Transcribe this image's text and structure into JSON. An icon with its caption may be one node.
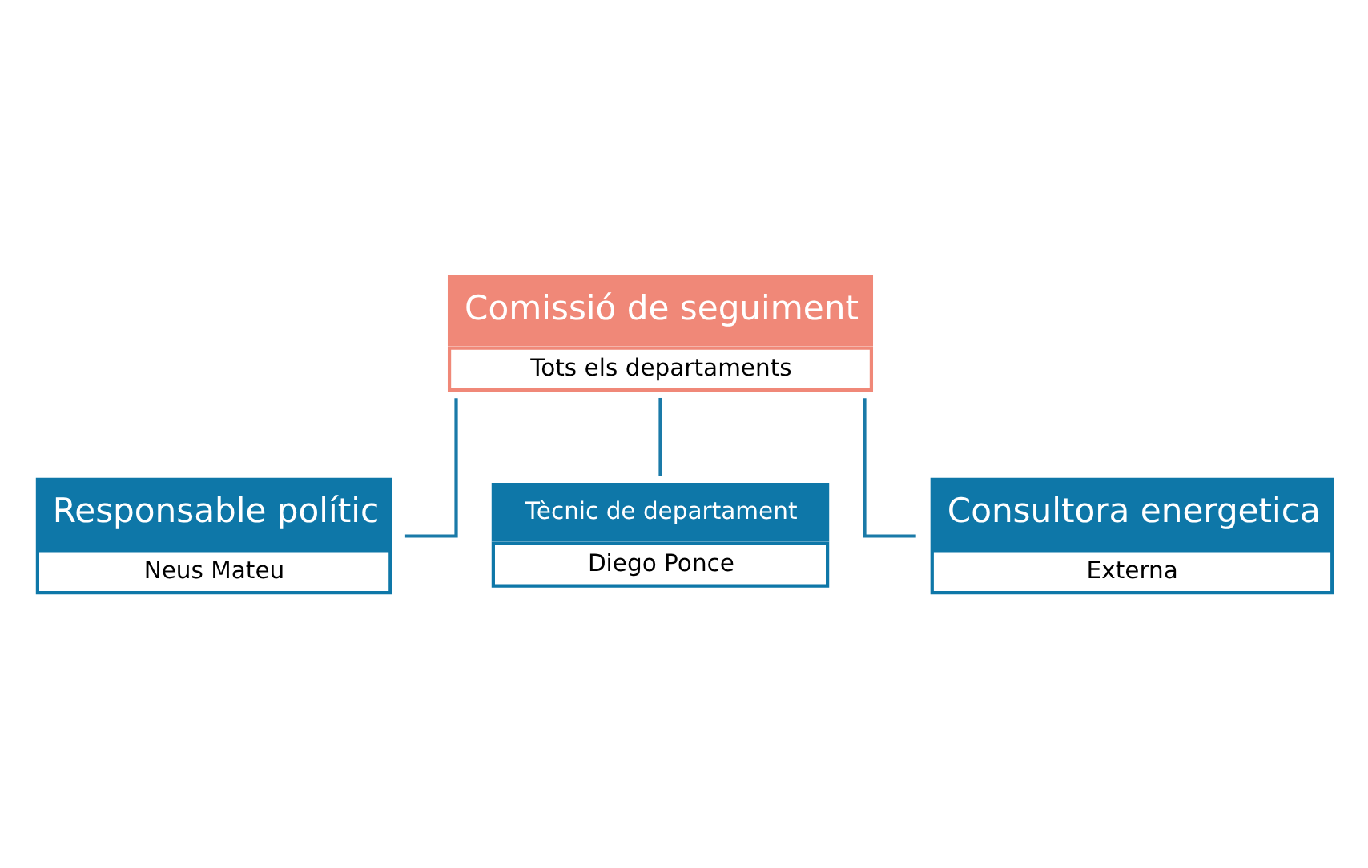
{
  "diagram": {
    "nodes": [
      {
        "text": [
          "Comissió de seguiment",
          "Tots els departaments"
        ]
      },
      {
        "text": [
          "Responsable polític",
          "Neus Mateu"
        ]
      },
      {
        "text": [
          "Tècnic de departament",
          "Diego Ponce"
        ]
      },
      {
        "text": [
          "Consultora energetica",
          "Externa"
        ]
      }
    ],
    "edges": [
      {
        "from": 0,
        "to": 1,
        "arrow": "none"
      },
      {
        "from": 0,
        "to": 2,
        "arrow": "none"
      },
      {
        "from": 0,
        "to": 3,
        "arrow": "none"
      }
    ]
  }
}
